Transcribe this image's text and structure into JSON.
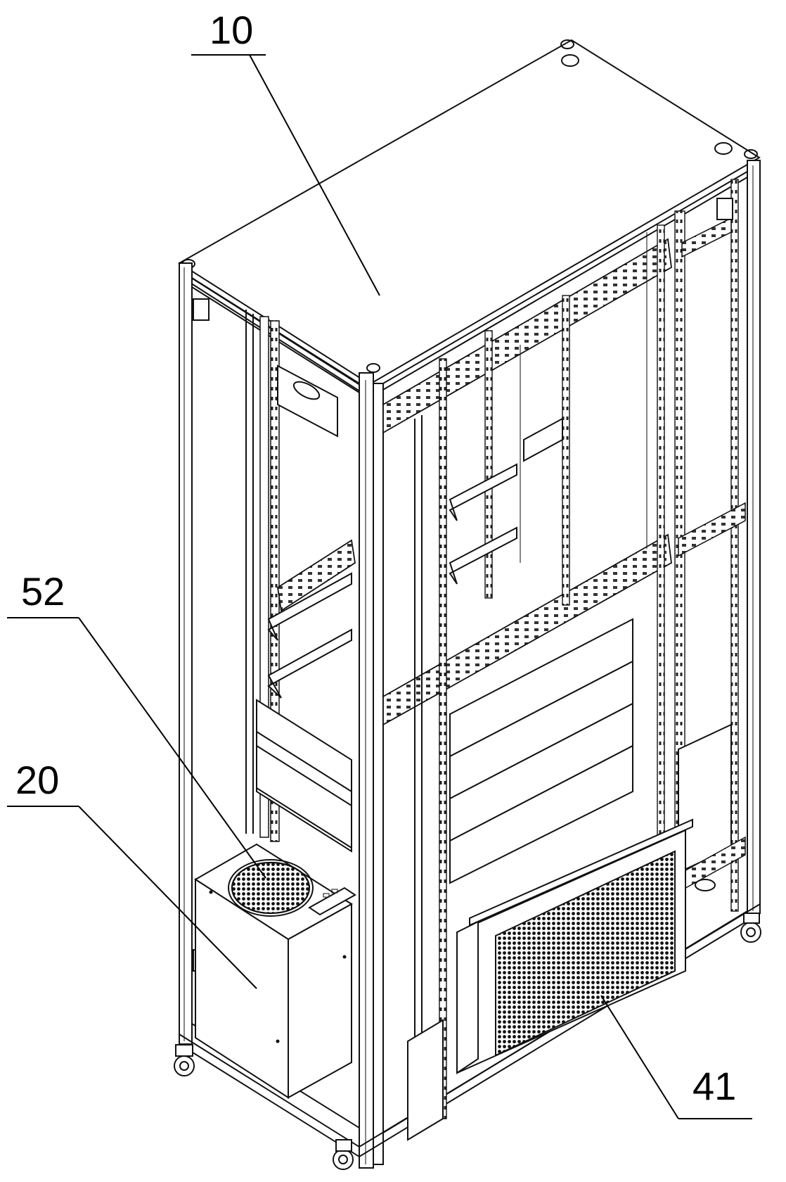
{
  "figure": {
    "callouts": [
      {
        "id": "10",
        "label": "10"
      },
      {
        "id": "52",
        "label": "52"
      },
      {
        "id": "20",
        "label": "20"
      },
      {
        "id": "41",
        "label": "41"
      }
    ]
  },
  "colors": {
    "line": "#111111",
    "background": "#ffffff"
  }
}
